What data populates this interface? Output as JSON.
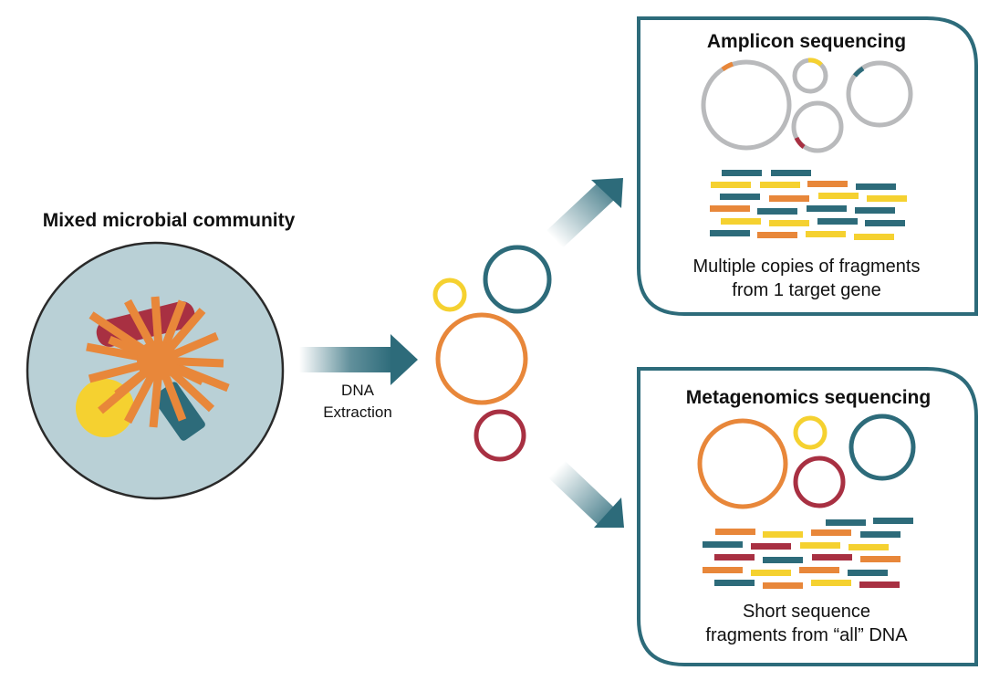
{
  "community": {
    "title": "Mixed microbial community"
  },
  "extraction": {
    "line1": "DNA",
    "line2": "Extraction"
  },
  "amplicon": {
    "title": "Amplicon sequencing",
    "caption_line1": "Multiple copies of fragments",
    "caption_line2": "from 1 target gene"
  },
  "metagenomics": {
    "title": "Metagenomics sequencing",
    "caption_line1": "Short sequence",
    "caption_line2": "fragments from “all” DNA"
  },
  "colors": {
    "teal": "#2d6b7a",
    "orange": "#e8873a",
    "yellow": "#f5d130",
    "red": "#a83042",
    "gray": "#b9babc",
    "cell_bg": "#b9d0d6"
  }
}
